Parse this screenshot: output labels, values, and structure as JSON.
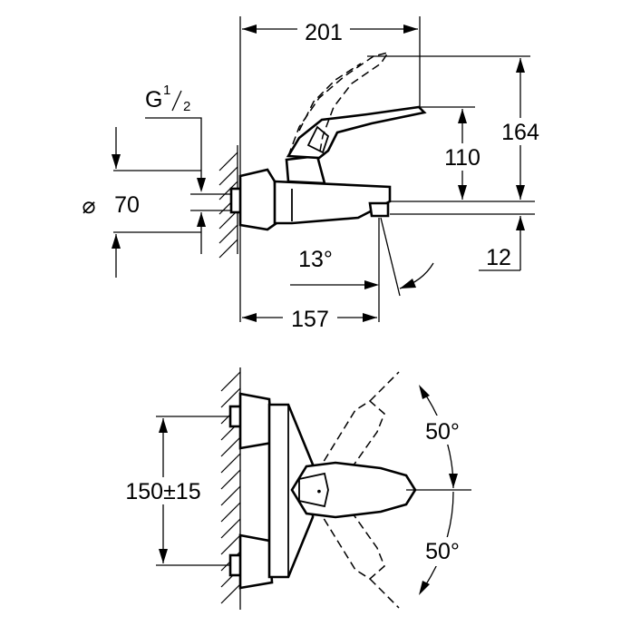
{
  "dimensions": {
    "width_total": "201",
    "projection": "157",
    "height_total": "164",
    "lever_height": "110",
    "outlet_height": "12",
    "spout_angle": "13°",
    "diameter_symbol": "⌀",
    "diameter_value": "70",
    "thread_letter": "G",
    "thread_num": "1",
    "thread_den": "2",
    "centers": "150±15",
    "swing_left": "50°",
    "swing_right": "50°"
  },
  "colors": {
    "line": "#000000",
    "background": "#ffffff"
  }
}
